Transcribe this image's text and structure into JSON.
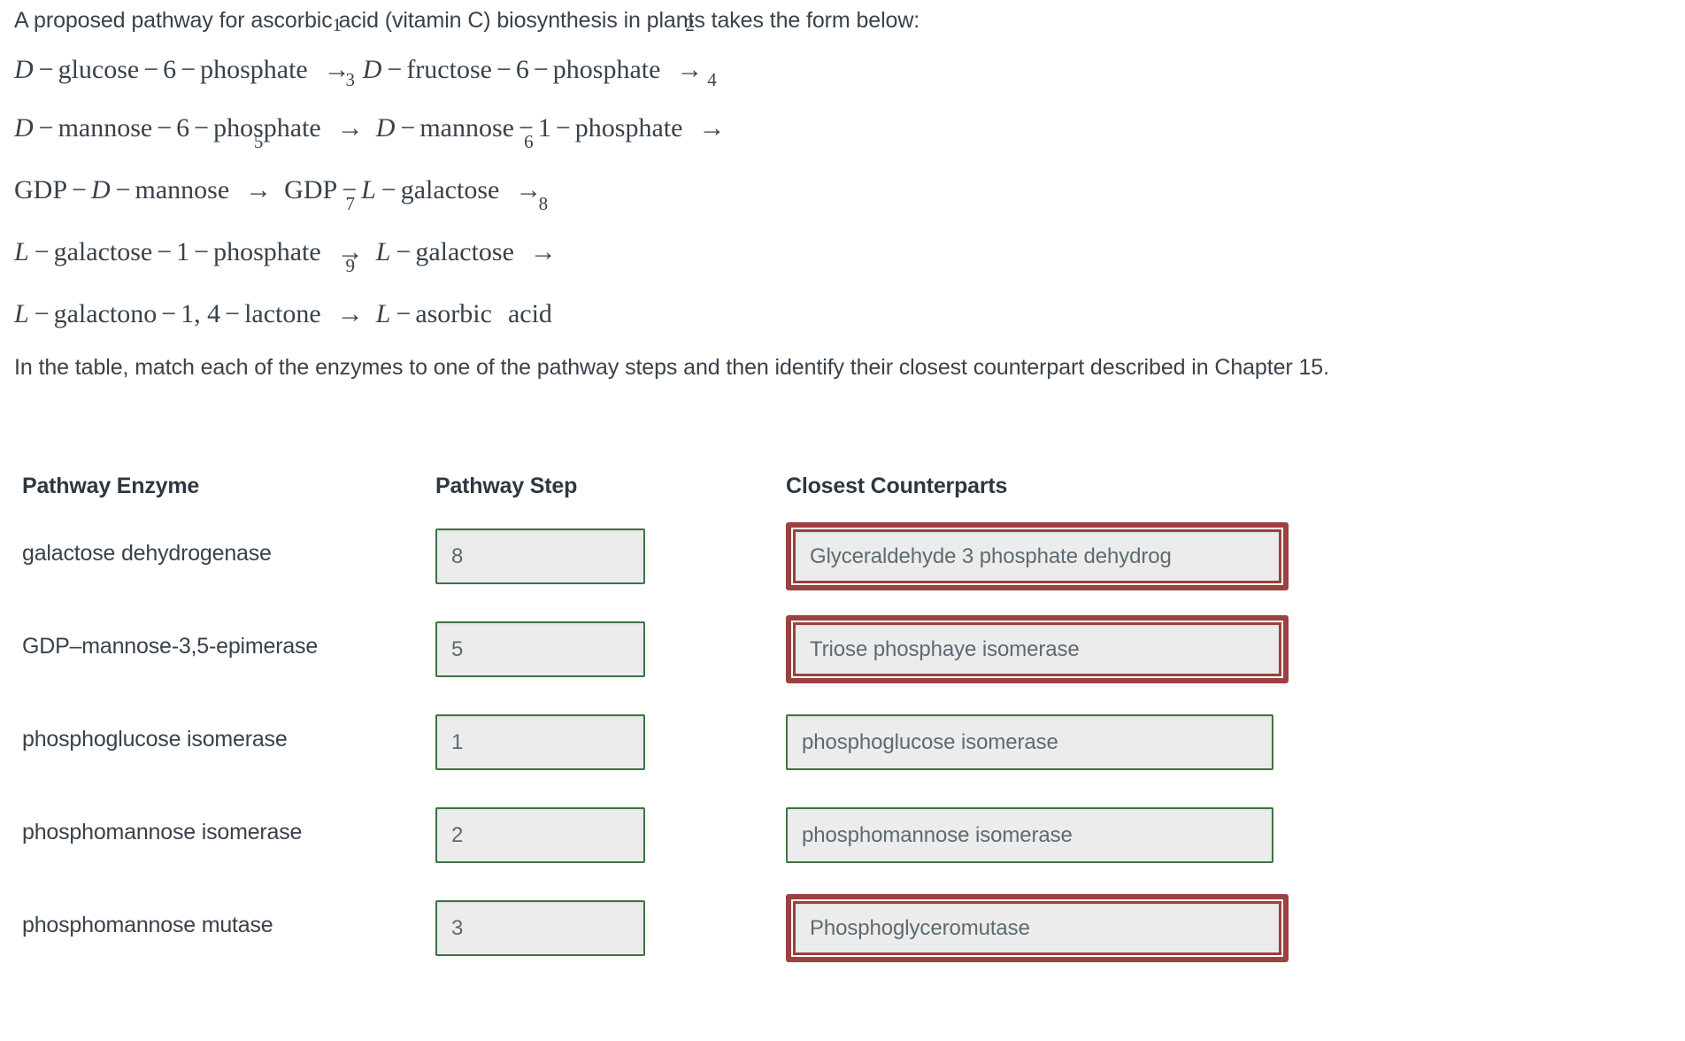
{
  "intro": "A proposed pathway for ascorbic acid (vitamin C) biosynthesis in plants takes the form below:",
  "instruction": "In the table, match each of the enzymes to one of the pathway steps and then identify their closest counterpart described in Chapter 15.",
  "pathway": {
    "lines": [
      {
        "left_var": "D",
        "left_text": "glucose",
        "left_num": "6",
        "left_tail": "phosphate",
        "step1": "1",
        "right_var": "D",
        "right_text": "fructose",
        "right_num": "6",
        "right_tail": "phosphate",
        "step2": "2"
      },
      {
        "left_var": "D",
        "left_text": "mannose",
        "left_num": "6",
        "left_tail": "phosphate",
        "step1": "3",
        "right_var": "D",
        "right_text": "mannose",
        "right_num": "1",
        "right_tail": "phosphate",
        "step2": "4"
      },
      {
        "left_var": "GDP",
        "left_text": "D",
        "left_tail": "mannose",
        "step1": "5",
        "right_var": "GDP",
        "right_text": "L",
        "right_tail": "galactose",
        "step2": "6"
      },
      {
        "left_var": "L",
        "left_text": "galactose",
        "left_num": "1",
        "left_tail": "phosphate",
        "step1": "7",
        "right_var": "L",
        "right_tail": "galactose",
        "step2": "8"
      },
      {
        "left_var": "L",
        "left_text": "galactono",
        "left_num": "1, 4",
        "left_tail": "lactone",
        "step1": "9",
        "right_var": "L",
        "right_tail": "asorbic",
        "right_extra": "acid"
      }
    ],
    "minus": "−",
    "arrow_glyph": "→"
  },
  "table": {
    "headers": {
      "enzyme": "Pathway Enzyme",
      "step": "Pathway Step",
      "counterpart": "Closest Counterparts"
    },
    "rows": [
      {
        "enzyme": "galactose dehydrogenase",
        "step": "8",
        "step_state": "correct",
        "counterpart": "Glyceraldehyde 3 phosphate dehydrog",
        "counterpart_state": "incorrect"
      },
      {
        "enzyme": "GDP–mannose-3,5-epimerase",
        "step": "5",
        "step_state": "correct",
        "counterpart": "Triose phosphaye isomerase",
        "counterpart_state": "incorrect"
      },
      {
        "enzyme": "phosphoglucose isomerase",
        "step": "1",
        "step_state": "correct",
        "counterpart": "phosphoglucose isomerase",
        "counterpart_state": "correct"
      },
      {
        "enzyme": "phosphomannose isomerase",
        "step": "2",
        "step_state": "correct",
        "counterpart": "phosphomannose isomerase",
        "counterpart_state": "correct"
      },
      {
        "enzyme": "phosphomannose mutase",
        "step": "3",
        "step_state": "correct",
        "counterpart": "Phosphoglyceromutase",
        "counterpart_state": "incorrect"
      }
    ]
  },
  "colors": {
    "correct_border": "#3d7540",
    "incorrect_border": "#9c4040",
    "field_fill": "#ececec",
    "text": "#39424b",
    "header_text": "#2d3742"
  }
}
